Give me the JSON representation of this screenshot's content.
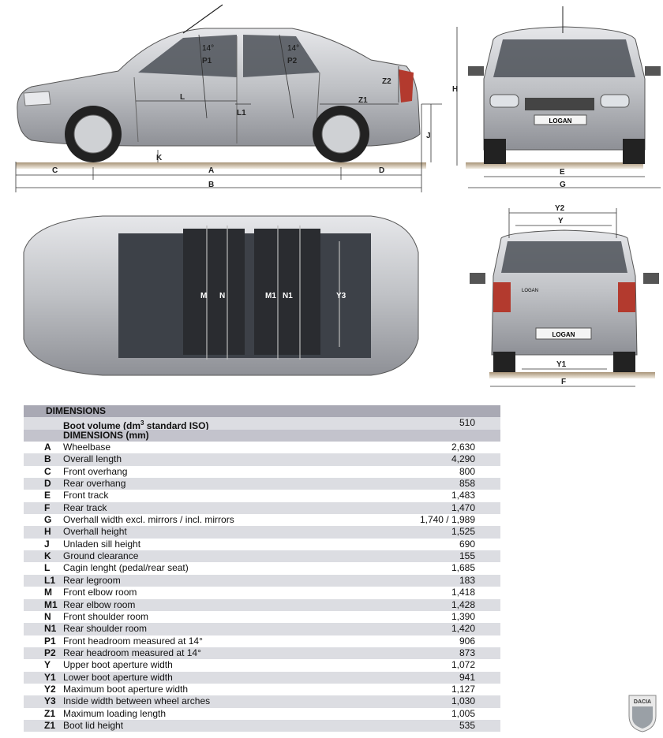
{
  "views": {
    "side": {
      "dims": {
        "A": "A",
        "B": "B",
        "C": "C",
        "D": "D",
        "J": "J",
        "K": "K",
        "L": "L",
        "L1": "L1",
        "P1": "P1",
        "P2": "P2",
        "Z1": "Z1",
        "Z2": "Z2"
      },
      "angle_front": "14°",
      "angle_rear": "14°"
    },
    "front": {
      "dims": {
        "E": "E",
        "G": "G",
        "H": "H"
      },
      "badge": "LOGAN"
    },
    "top": {
      "dims": {
        "M": "M",
        "N": "N",
        "M1": "M1",
        "N1": "N1",
        "Y3": "Y3"
      }
    },
    "rear": {
      "dims": {
        "Y2": "Y2",
        "Y": "Y",
        "Y1": "Y1",
        "F": "F"
      },
      "badge": "LOGAN",
      "script": "LOGAN"
    }
  },
  "table": {
    "title": "DIMENSIONS",
    "boot": {
      "label_pre": "Boot volume (dm",
      "label_sup": "3",
      "label_post": " standard ISO)",
      "value": "510"
    },
    "subtitle": "DIMENSIONS (mm)",
    "rows": [
      {
        "code": "A",
        "label": "Wheelbase",
        "value": "2,630"
      },
      {
        "code": "B",
        "label": "Overall length",
        "value": "4,290"
      },
      {
        "code": "C",
        "label": "Front overhang",
        "value": "800"
      },
      {
        "code": "D",
        "label": "Rear overhang",
        "value": "858"
      },
      {
        "code": "E",
        "label": "Front track",
        "value": "1,483"
      },
      {
        "code": "F",
        "label": "Rear track",
        "value": "1,470"
      },
      {
        "code": "G",
        "label": "Overhall width excl. mirrors / incl. mirrors",
        "value": "1,740 / 1,989"
      },
      {
        "code": "H",
        "label": "Overhall height",
        "value": "1,525"
      },
      {
        "code": "J",
        "label": "Unladen sill height",
        "value": "690"
      },
      {
        "code": "K",
        "label": "Ground clearance",
        "value": "155"
      },
      {
        "code": "L",
        "label": "Cagin lenght (pedal/rear seat)",
        "value": "1,685"
      },
      {
        "code": "L1",
        "label": "Rear legroom",
        "value": "183"
      },
      {
        "code": "M",
        "label": "Front elbow room",
        "value": "1,418"
      },
      {
        "code": "M1",
        "label": "Rear elbow room",
        "value": "1,428"
      },
      {
        "code": "N",
        "label": "Front shoulder room",
        "value": "1,390"
      },
      {
        "code": "N1",
        "label": "Rear shoulder room",
        "value": "1,420"
      },
      {
        "code": "P1",
        "label": "Front headroom measured at 14°",
        "value": "906"
      },
      {
        "code": "P2",
        "label": "Rear headroom measured at 14°",
        "value": "873"
      },
      {
        "code": "Y",
        "label": "Upper boot aperture width",
        "value": "1,072"
      },
      {
        "code": "Y1",
        "label": "Lower boot aperture width",
        "value": "941"
      },
      {
        "code": "Y2",
        "label": "Maximum boot aperture width",
        "value": "1,127"
      },
      {
        "code": "Y3",
        "label": "Inside width between wheel arches",
        "value": "1,030"
      },
      {
        "code": "Z1",
        "label": "Maximum loading length",
        "value": "1,005"
      },
      {
        "code": "Z1",
        "label": "Boot lid height",
        "value": "535"
      }
    ]
  },
  "logo": {
    "text": "DACIA"
  },
  "colors": {
    "header": "#a9a9b4",
    "stripe": "#dcdde2",
    "ground": "#c9b89a",
    "body": "#b9bbbf"
  }
}
